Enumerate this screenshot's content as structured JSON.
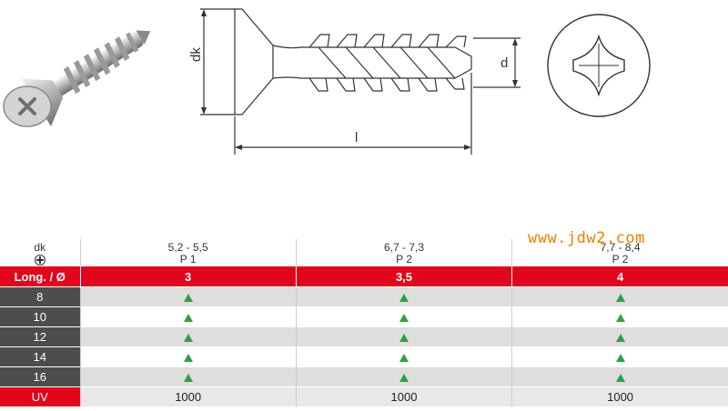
{
  "drawing": {
    "dk_label": "dk",
    "d_label": "d",
    "l_label": "l"
  },
  "watermark": "www.jdw2.com",
  "table": {
    "header_dk_label": "dk",
    "header_drive_icon": "phillips-drive-icon",
    "columns": [
      {
        "dk": "5,2 - 5,5",
        "drive": "P 1",
        "diameter": "3",
        "uv": "1000"
      },
      {
        "dk": "6,7 - 7,3",
        "drive": "P 2",
        "diameter": "3,5",
        "uv": "1000"
      },
      {
        "dk": "7,7 - 8,4",
        "drive": "P 2",
        "diameter": "4",
        "uv": "1000"
      }
    ],
    "long_label": "Long. / Ø",
    "lengths": [
      "8",
      "10",
      "12",
      "14",
      "16"
    ],
    "availability": [
      [
        true,
        true,
        true
      ],
      [
        true,
        true,
        true
      ],
      [
        true,
        true,
        true
      ],
      [
        true,
        true,
        true
      ],
      [
        true,
        true,
        true
      ]
    ],
    "uv_label": "UV",
    "colors": {
      "red": "#e3051b",
      "dark": "#4d4d4d",
      "available": "#2ea043",
      "watermark": "#f07d00"
    }
  }
}
